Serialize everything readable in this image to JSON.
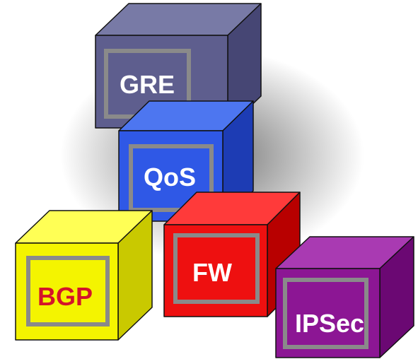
{
  "blocks": [
    {
      "key": "gre",
      "label": "GRE",
      "front": "#5e5e8e",
      "top": "#787aa6",
      "side": "#464674",
      "label_color": "#ffffff"
    },
    {
      "key": "qos",
      "label": "QoS",
      "front": "#2f58e6",
      "top": "#4d76f0",
      "side": "#1d3cb4",
      "label_color": "#ffffff"
    },
    {
      "key": "bgp",
      "label": "BGP",
      "front": "#f4f400",
      "top": "#ffff55",
      "side": "#c9c900",
      "label_color": "#d4142a"
    },
    {
      "key": "fw",
      "label": "FW",
      "front": "#ee1010",
      "top": "#ff3a3a",
      "side": "#b80000",
      "label_color": "#ffffff"
    },
    {
      "key": "ipsec",
      "label": "IPSec",
      "front": "#8c1694",
      "top": "#a93ab2",
      "side": "#6b0873",
      "label_color": "#ffffff"
    }
  ],
  "colors": {
    "inner_frame": "#8a8a8a",
    "outline": "#111111"
  }
}
